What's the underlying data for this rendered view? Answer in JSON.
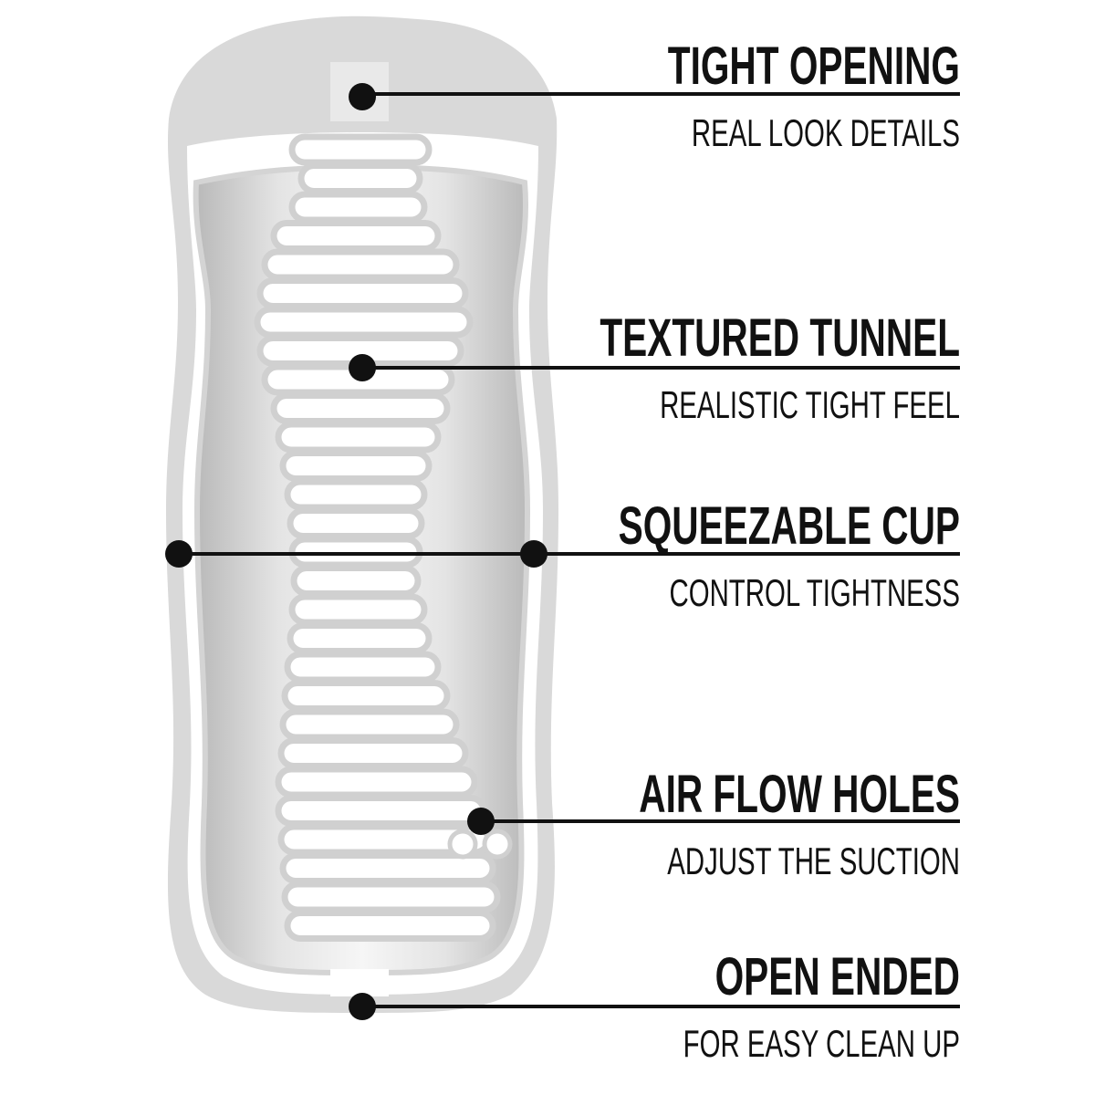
{
  "callouts": [
    {
      "title": "TIGHT OPENING",
      "subtitle": "REAL LOOK DETAILS"
    },
    {
      "title": "TEXTURED TUNNEL",
      "subtitle": "REALISTIC TIGHT FEEL"
    },
    {
      "title": "SQUEEZABLE CUP",
      "subtitle": "CONTROL TIGHTNESS"
    },
    {
      "title": "AIR FLOW HOLES",
      "subtitle": "ADJUST THE SUCTION"
    },
    {
      "title": "OPEN ENDED",
      "subtitle": "FOR EASY CLEAN UP"
    }
  ],
  "colors": {
    "body": "#d9d9d9",
    "ink": "#111111",
    "cavity": "#c8c8c8"
  }
}
